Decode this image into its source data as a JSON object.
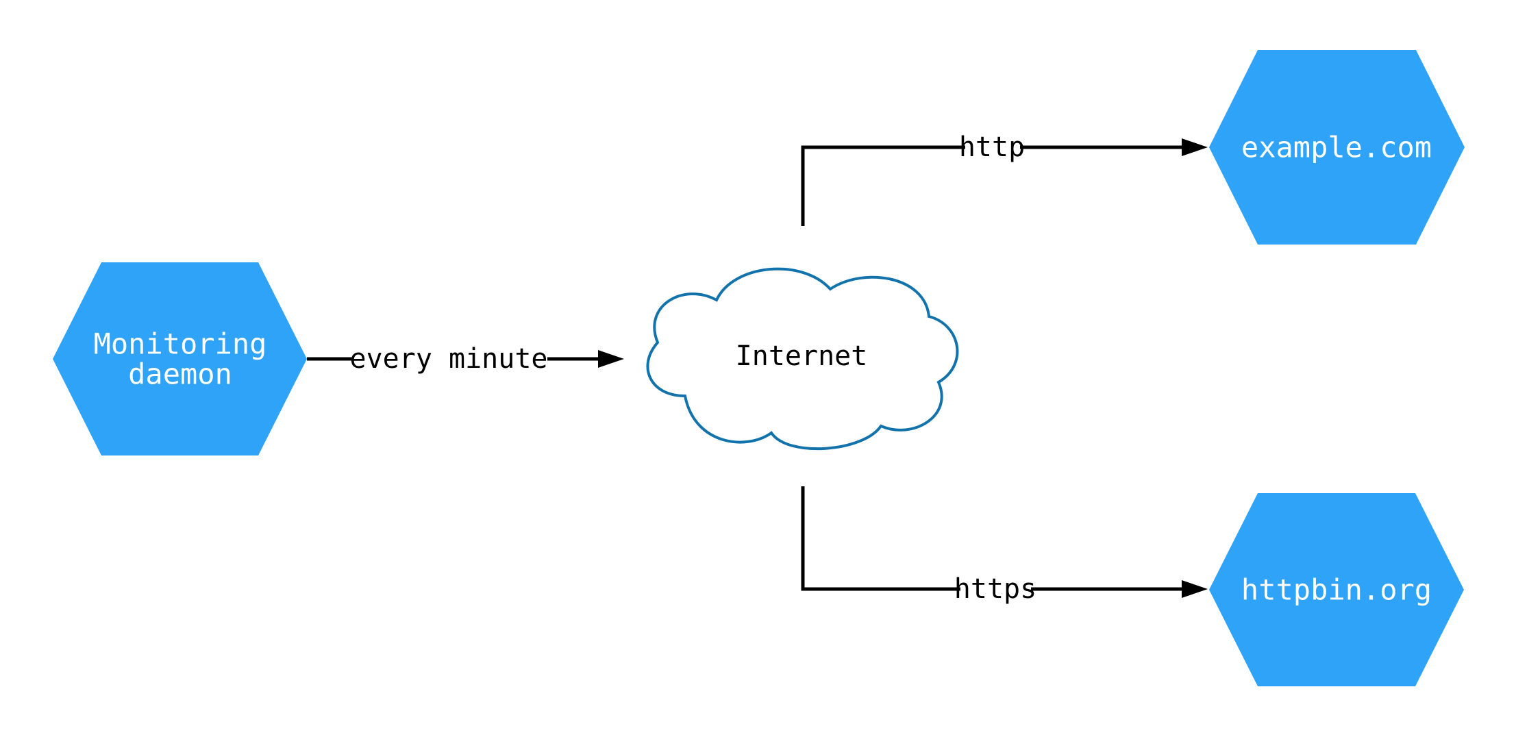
{
  "colors": {
    "background": "#ffffff",
    "node_fill": "#2fa3f8",
    "node_text": "#ffffff",
    "cloud_fill": "#ffffff",
    "cloud_stroke": "#1273ac",
    "edge": "#000000",
    "edge_label_text": "#000000"
  },
  "nodes": {
    "monitoring_daemon": {
      "shape": "hexagon",
      "label_lines": [
        "Monitoring",
        "daemon"
      ]
    },
    "internet": {
      "shape": "cloud",
      "label": "Internet"
    },
    "example_com": {
      "shape": "hexagon",
      "label": "example.com"
    },
    "httpbin_org": {
      "shape": "hexagon",
      "label": "httpbin.org"
    }
  },
  "edges": [
    {
      "from": "Monitoring daemon",
      "to": "Internet",
      "label": "every minute"
    },
    {
      "from": "Internet",
      "to": "example.com",
      "label": "http"
    },
    {
      "from": "Internet",
      "to": "httpbin.org",
      "label": "https"
    }
  ]
}
